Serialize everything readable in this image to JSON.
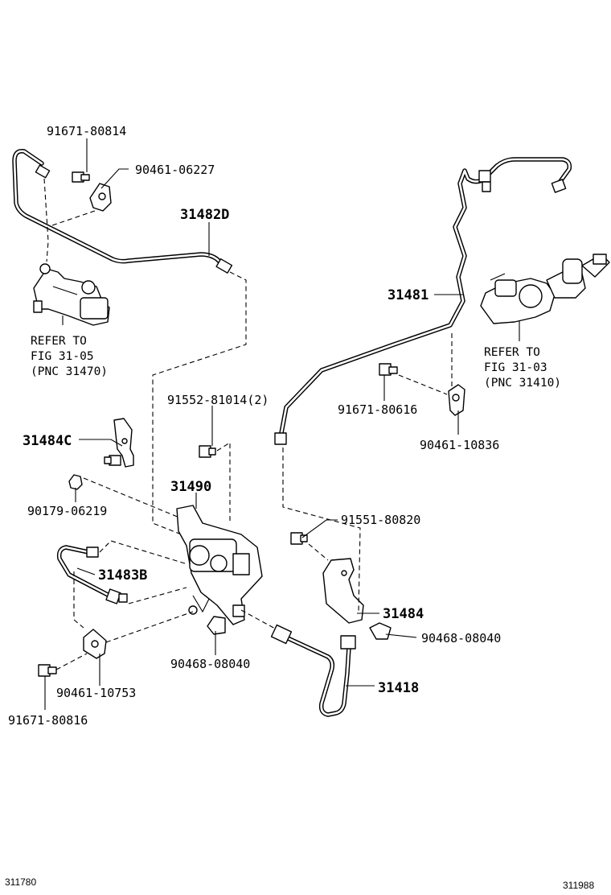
{
  "labels": {
    "p91671_80814": "91671-80814",
    "p90461_06227": "90461-06227",
    "p31482D": "31482D",
    "p31481": "31481",
    "p91552_81014": "91552-81014(2)",
    "p91671_80616": "91671-80616",
    "p31484C": "31484C",
    "p90461_10836": "90461-10836",
    "p31490": "31490",
    "p90179_06219": "90179-06219",
    "p91551_80820": "91551-80820",
    "p31483B": "31483B",
    "p31484": "31484",
    "p90468_08040_a": "90468-08040",
    "p90468_08040_b": "90468-08040",
    "p31418": "31418",
    "p90461_10753": "90461-10753",
    "p91671_80816": "91671-80816"
  },
  "refs": {
    "left": {
      "line1": "REFER TO",
      "line2": "FIG 31-05",
      "line3": "(PNC 31470)"
    },
    "right": {
      "line1": "REFER TO",
      "line2": "FIG 31-03",
      "line3": "(PNC 31410)"
    }
  },
  "footer": {
    "left_code": "311780",
    "right_code": "311988"
  }
}
